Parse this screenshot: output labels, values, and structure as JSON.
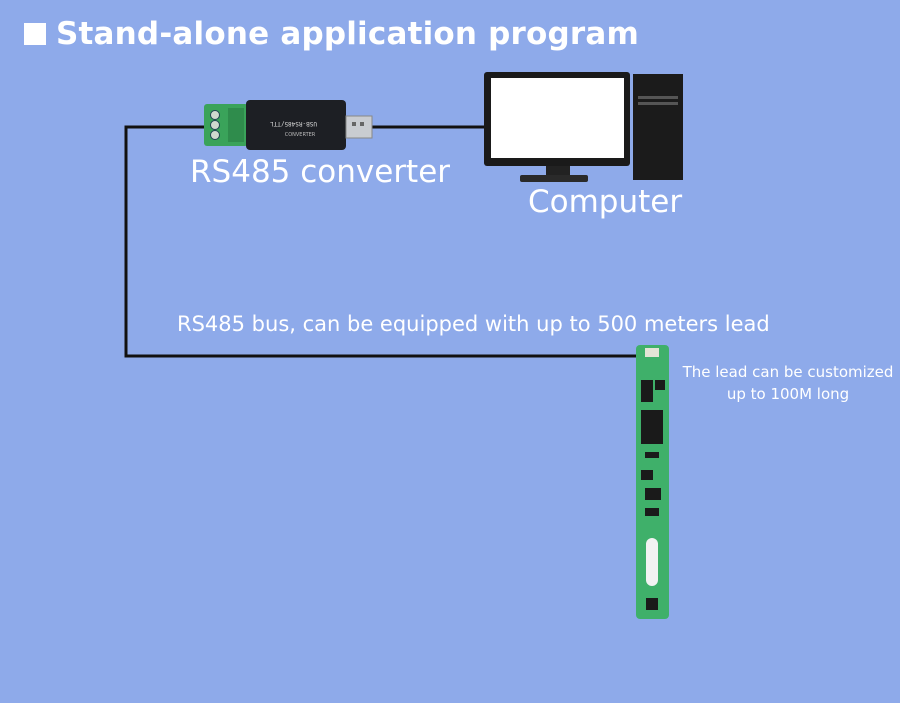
{
  "title": "Stand-alone application program",
  "converter": {
    "label": "RS485 converter",
    "device_text": "USB-RS485/TTL",
    "sub_text": "CONVERTER"
  },
  "computer": {
    "label": "Computer"
  },
  "bus": {
    "label": "RS485 bus, can be equipped with up to 500 meters lead"
  },
  "lead": {
    "line1": "The lead can be customized",
    "line2": "up to 100M long"
  },
  "colors": {
    "background": "#8eaaea",
    "wire": "#111111",
    "terminal_green": "#3aa35a",
    "pcb_green": "#3fb06a"
  }
}
